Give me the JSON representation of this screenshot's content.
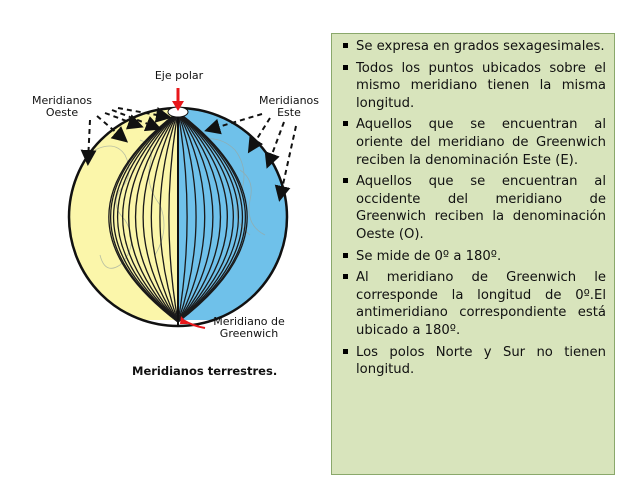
{
  "figure": {
    "labels": {
      "eje_polar": "Eje polar",
      "meridianos_oeste": "Meridianos\nOeste",
      "meridianos_este": "Meridianos\nEste",
      "meridiano_greenwich": "Meridiano de\nGreenwich"
    },
    "caption": "Meridianos terrestres.",
    "colors": {
      "west": "#fbf6aa",
      "east": "#6fc1ea",
      "axis_arrow": "#e8171b",
      "meridian_line": "#1a1a1a"
    }
  },
  "bullets": [
    "Se expresa en grados sexagesimales.",
    "Todos los puntos ubicados sobre el mismo meridiano tienen la misma longitud.",
    "Aquellos que se encuentran al oriente del meridiano de Greenwich reciben la denominación Este (E).",
    "Aquellos que se encuentran al occidente del meridiano de Greenwich reciben la denominación Oeste (O).",
    "Se mide de 0º a 180º.",
    "Al meridiano de Greenwich le corresponde la longitud de 0º.El antimeridiano correspondiente está ubicado a 180º.",
    "Los polos Norte y Sur no tienen longitud."
  ]
}
